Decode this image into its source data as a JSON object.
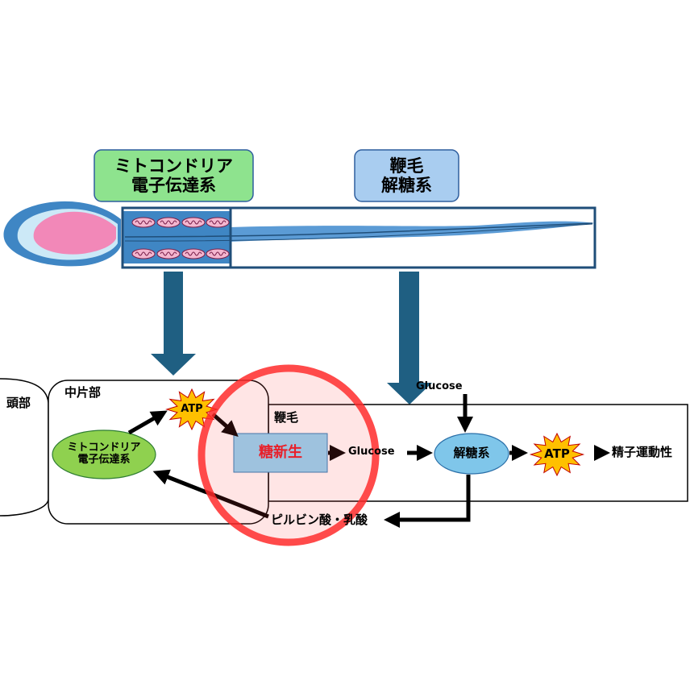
{
  "top_labels": {
    "mito_line1": "ミトコンドリア",
    "mito_line2": "電子伝達系",
    "flag_line1": "鞭毛",
    "flag_line2": "解糖系"
  },
  "regions": {
    "head": "頭部",
    "midpiece": "中片部",
    "flagellum": "鞭毛"
  },
  "nodes": {
    "mito_line1": "ミトコンドリア",
    "mito_line2": "電子伝達系",
    "atp_mid": "ATP",
    "gluconeo": "糖新生",
    "glucose_mid": "Glucose",
    "glucose_top": "Glucose",
    "glycolysis": "解糖系",
    "atp_flag": "ATP",
    "motility": "精子運動性",
    "pyruvate": "ピルビン酸・乳酸"
  },
  "colors": {
    "mito_label_bg": "#8ee38e",
    "flag_label_bg": "#a9cdf0",
    "sperm_outer": "#3f86c4",
    "sperm_inner": "#cce9f7",
    "sperm_nucleus": "#f288b8",
    "navy": "#1f4e79",
    "big_arrow": "#1f5f82",
    "mito_ellipse": "#8fd14f",
    "gluconeo_bg": "#8fd6f7",
    "glycolysis_bg": "#7fc6ea",
    "atp_fill": "#ffc000",
    "highlight_red": "#ff2b2b",
    "gluconeo_text": "#e8202a"
  }
}
